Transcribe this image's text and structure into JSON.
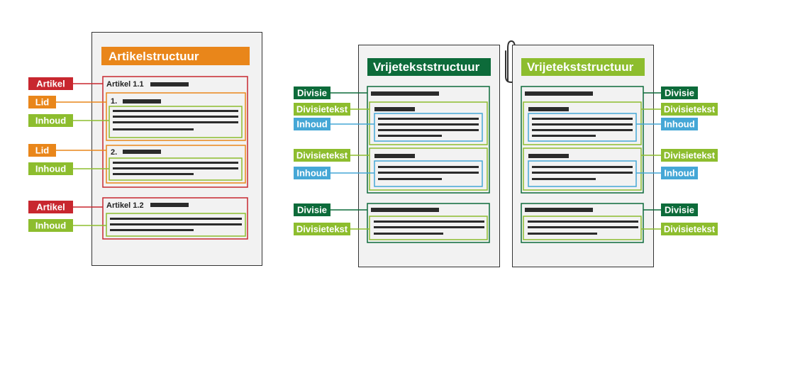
{
  "colors": {
    "artikel": "#c8272f",
    "lid": "#e9861a",
    "inhoud": "#8dbd2e",
    "divisie": "#0d6b3a",
    "divisietekst": "#8dbd2e",
    "inhoud_blue": "#45a7d6",
    "page_fill": "#f2f2f2",
    "page_border": "#333333",
    "bar": "#2b2b2b"
  },
  "left_doc": {
    "title": "Artikelstructuur",
    "artikel1_heading": "Artikel 1.1",
    "lid1_number": "1.",
    "lid2_number": "2.",
    "artikel2_heading": "Artikel 1.2",
    "labels": {
      "artikel1": "Artikel",
      "lid1": "Lid",
      "inhoud1": "Inhoud",
      "lid2": "Lid",
      "inhoud2": "Inhoud",
      "artikel2": "Artikel",
      "inhoud3": "Inhoud"
    }
  },
  "middle_doc": {
    "title": "Vrijetekststructuur",
    "labels": {
      "divisie1": "Divisie",
      "divisietekst1": "Divisietekst",
      "inhoud1": "Inhoud",
      "divisietekst2": "Divisietekst",
      "inhoud2": "Inhoud",
      "divisie2": "Divisie",
      "divisietekst3": "Divisietekst"
    }
  },
  "right_doc": {
    "title": "Vrijetekststructuur",
    "labels": {
      "divisie1": "Divisie",
      "divisietekst1": "Divisietekst",
      "inhoud1": "Inhoud",
      "divisietekst2": "Divisietekst",
      "inhoud2": "Inhoud",
      "divisie2": "Divisie",
      "divisietekst3": "Divisietekst"
    }
  },
  "icons": {
    "clip": "paperclip-icon"
  }
}
